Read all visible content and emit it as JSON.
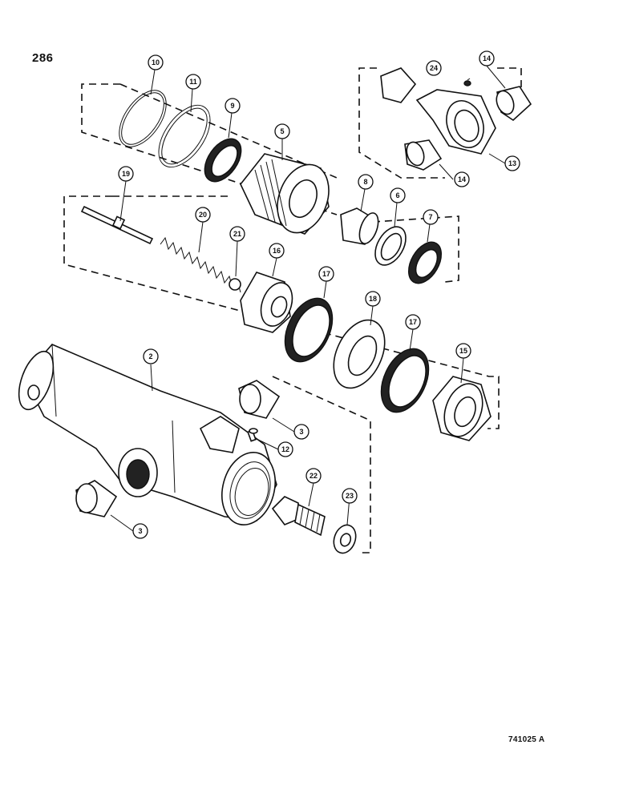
{
  "page_number": "286",
  "drawing_code": "741025  A",
  "callouts": {
    "c2": "2",
    "c3a": "3",
    "c3b": "3",
    "c5": "5",
    "c6": "6",
    "c7": "7",
    "c8": "8",
    "c9": "9",
    "c10": "10",
    "c11": "11",
    "c12": "12",
    "c13": "13",
    "c14a": "14",
    "c14b": "14",
    "c15": "15",
    "c16": "16",
    "c17a": "17",
    "c17b": "17",
    "c18": "18",
    "c19": "19",
    "c20": "20",
    "c21": "21",
    "c22": "22",
    "c23": "23",
    "c24": "24"
  }
}
